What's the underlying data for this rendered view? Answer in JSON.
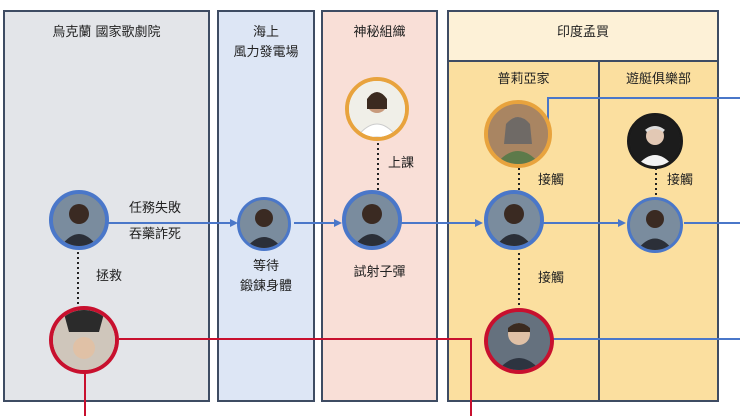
{
  "colors": {
    "blue_line": "#4a77c9",
    "red_line": "#c8102e",
    "gold_ring": "#e8a33d",
    "panel_border": "#3e4c63",
    "ukraine_bg": "#e3e5e9",
    "wind_bg": "#dde6f5",
    "secret_bg": "#f9dfd7",
    "india_bg": "#fdf1d7",
    "india_inner_bg": "#fbdf9f"
  },
  "panels": {
    "ukraine": {
      "title": "烏克蘭 國家歌劇院"
    },
    "windfarm": {
      "title_line1": "海上",
      "title_line2": "風力發電場"
    },
    "secret": {
      "title": "神秘組織"
    },
    "india": {
      "title": "印度孟買"
    },
    "priya": {
      "title": "普莉亞家"
    },
    "yacht": {
      "title": "遊艇俱樂部"
    }
  },
  "labels": {
    "mission_failed": "任務失敗",
    "fake_death": "吞藥詐死",
    "rescue": "拯救",
    "waiting_line1": "等待",
    "waiting_line2": "鍛鍊身體",
    "lesson": "上課",
    "test_bullets": "試射子彈",
    "contact_priya": "接觸",
    "contact_neil": "接觸",
    "contact_crosby": "接觸"
  },
  "icons": {
    "protagonist": "protagonist-portrait",
    "neil": "neil-portrait",
    "laura": "laura-portrait",
    "priya": "priya-portrait",
    "crosby": "crosby-portrait"
  }
}
